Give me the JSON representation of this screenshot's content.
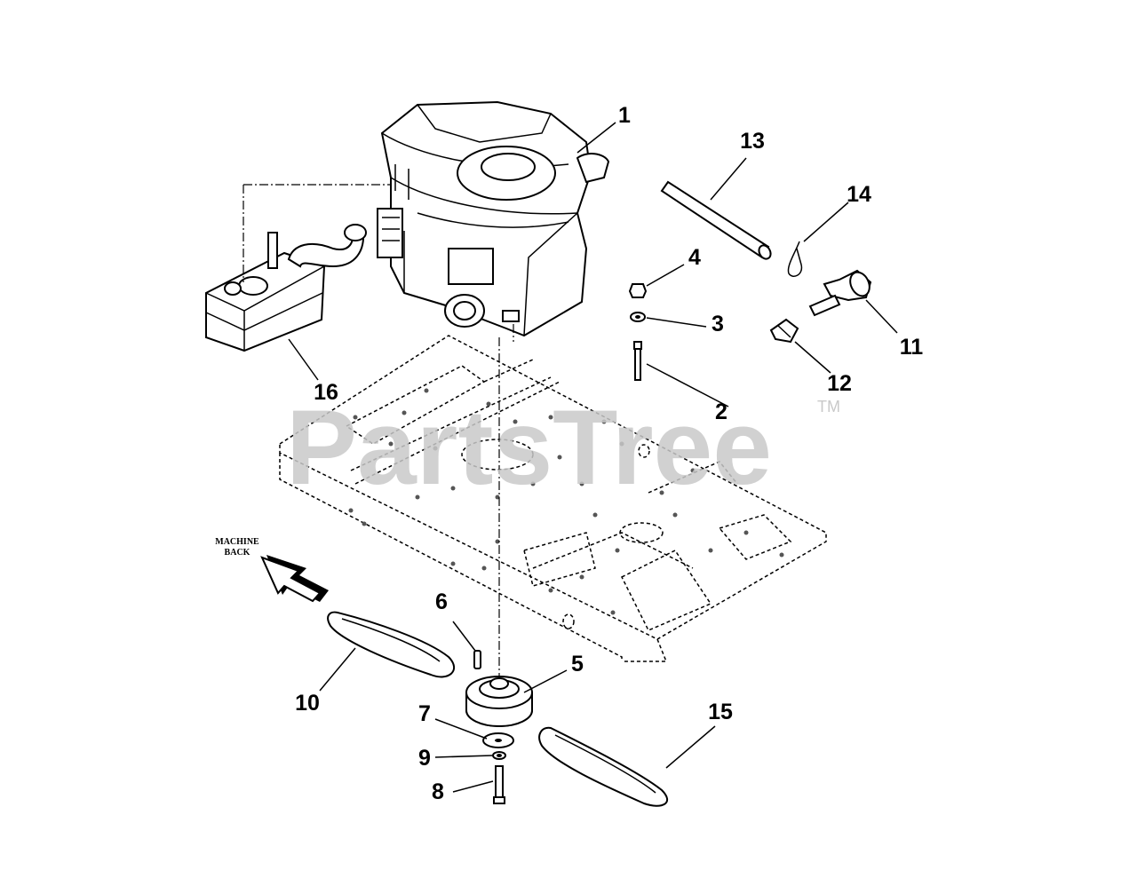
{
  "watermark": {
    "text": "PartsTree",
    "trademark": "TM"
  },
  "orientation": {
    "line1": "MACHINE",
    "line2": "BACK"
  },
  "callouts": {
    "c1": "1",
    "c2": "2",
    "c3": "3",
    "c4": "4",
    "c5": "5",
    "c6": "6",
    "c7": "7",
    "c8": "8",
    "c9": "9",
    "c10": "10",
    "c11": "11",
    "c12": "12",
    "c13": "13",
    "c14": "14",
    "c15": "15",
    "c16": "16"
  }
}
